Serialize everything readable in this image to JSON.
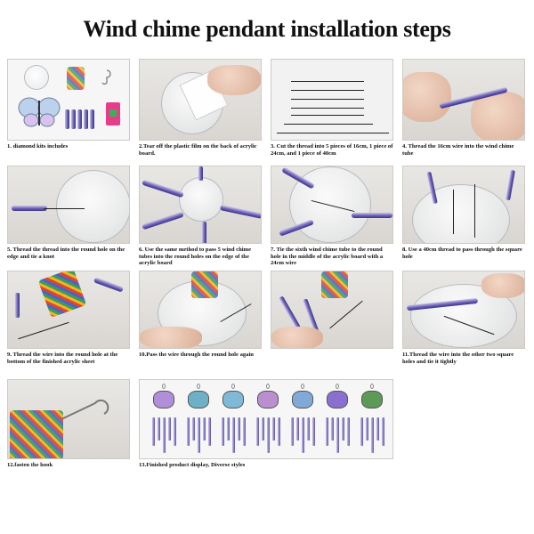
{
  "title": "Wind chime pendant installation steps",
  "steps": [
    {
      "id": 1,
      "caption": "1. diamond kits includes"
    },
    {
      "id": 2,
      "caption": "2.Tear off the plastic film on the back of acrylic board."
    },
    {
      "id": 3,
      "caption": "3. Cut the thread into 5 pieces of 16cm, 1 piece of 24cm, and 1 piece of 40cm"
    },
    {
      "id": 4,
      "caption": "4. Thread the 16cm wire into the wind chime tube"
    },
    {
      "id": 5,
      "caption": "5. Thread the thread into the round hole on the edge and tie a knot"
    },
    {
      "id": 6,
      "caption": "6. Use the same method to pass 5 wind chime tubes into the round holes on the edge of the acrylic board"
    },
    {
      "id": 7,
      "caption": "7. Tie the sixth wind chime tube to the round hole in the middle of the acrylic board with a 24cm wire"
    },
    {
      "id": 8,
      "caption": "8. Use a 40cm thread to pass through the square hole"
    },
    {
      "id": 9,
      "caption": "9. Thread the wire into the round hole at the bottom of the finished acrylic sheet"
    },
    {
      "id": 10,
      "caption": "10.Pass the wire through the round hole again"
    },
    {
      "id": 11,
      "caption": "11.Thread the wire into the other two square holes and tie it tightly"
    },
    {
      "id": 12,
      "caption": "12.fasten the hook"
    },
    {
      "id": 13,
      "caption": "13.Finished product display,   Diverse styles"
    }
  ],
  "colors": {
    "tube": "#5b50ad",
    "acrylic": "#e4e8ea",
    "wire": "#222222",
    "background": "#ffffff"
  }
}
